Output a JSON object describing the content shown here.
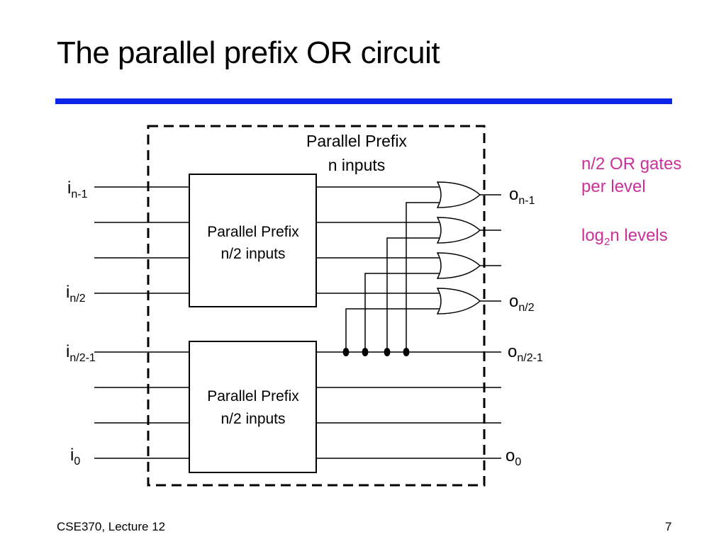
{
  "slide": {
    "title": "The parallel prefix OR circuit",
    "rule_color": "#0a24e8",
    "footer_left": "CSE370, Lecture 12",
    "page_number": "7"
  },
  "diagram": {
    "outer_label_line1": "Parallel Prefix",
    "outer_label_line2": "n inputs",
    "top_box_line1": "Parallel Prefix",
    "top_box_line2": "n/2 inputs",
    "bottom_box_line1": "Parallel Prefix",
    "bottom_box_line2": "n/2 inputs",
    "inputs": [
      {
        "base": "i",
        "sub": "n-1"
      },
      {
        "base": "i",
        "sub": "n/2"
      },
      {
        "base": "i",
        "sub": "n/2-1"
      },
      {
        "base": "i",
        "sub": "0"
      }
    ],
    "outputs": [
      {
        "base": "o",
        "sub": "n-1"
      },
      {
        "base": "o",
        "sub": "n/2"
      },
      {
        "base": "o",
        "sub": "n/2-1"
      },
      {
        "base": "o",
        "sub": "0"
      }
    ]
  },
  "notes": {
    "color": "#cc2f9a",
    "line1": "n/2 OR gates",
    "line2": "per level",
    "levels_prefix": "log",
    "levels_sub": "2",
    "levels_suffix": "n levels"
  }
}
